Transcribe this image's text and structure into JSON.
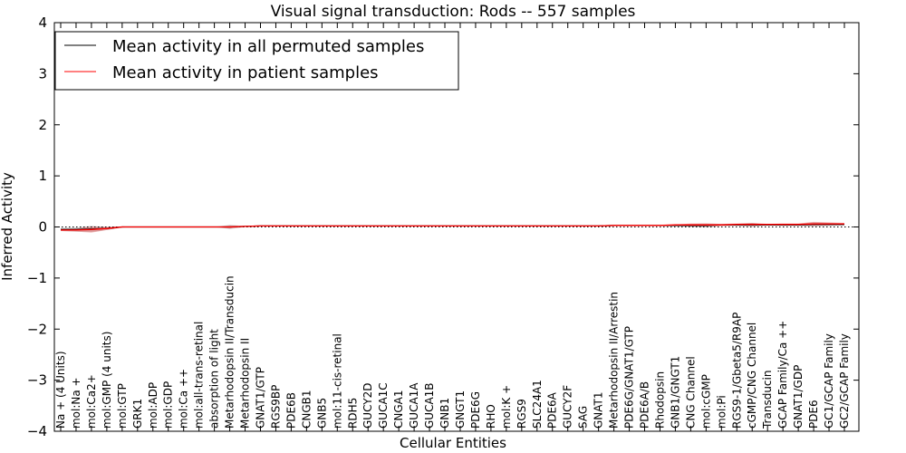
{
  "chart_data": {
    "type": "line",
    "title": "Visual signal transduction: Rods -- 557 samples",
    "xlabel": "Cellular Entities",
    "ylabel": "Inferred Activity",
    "ylim": [
      -4,
      4
    ],
    "yticks": [
      "−4",
      "−3",
      "−2",
      "−1",
      "0",
      "1",
      "2",
      "3",
      "4"
    ],
    "ytick_values": [
      -4,
      -3,
      -2,
      -1,
      0,
      1,
      2,
      3,
      4
    ],
    "grid": false,
    "legend_position": "top-left",
    "reference_line": 0,
    "categories": [
      "Na + (4 Units)",
      "mol:Na +",
      "mol:Ca2+",
      "mol:GMP (4 units)",
      "mol:GTP",
      "GRK1",
      "mol:ADP",
      "mol:GDP",
      "mol:Ca ++",
      "mol:all-trans-retinal",
      "absorption of light",
      "Metarhodopsin II/Transducin",
      "Metarhodopsin II",
      "GNAT1/GTP",
      "RGS9BP",
      "PDE6B",
      "CNGB1",
      "GNB5",
      "mol:11-cis-retinal",
      "RDH5",
      "GUCY2D",
      "GUCA1C",
      "CNGA1",
      "GUCA1A",
      "GUCA1B",
      "GNB1",
      "GNGT1",
      "PDE6G",
      "RHO",
      "mol:K +",
      "RGS9",
      "SLC24A1",
      "PDE6A",
      "GUCY2F",
      "SAG",
      "GNAT1",
      "Metarhodopsin II/Arrestin",
      "PDE6G/GNAT1/GTP",
      "PDE6A/B",
      "Rhodopsin",
      "GNB1/GNGT1",
      "CNG Channel",
      "mol:cGMP",
      "mol:Pi",
      "RGS9-1/Gbeta5/R9AP",
      "cGMP/CNG Channel",
      "Transducin",
      "GCAP Family/Ca ++",
      "GNAT1/GDP",
      "PDE6",
      "GC1/GCAP Family",
      "GC2/GCAP Family"
    ],
    "series": [
      {
        "name": "Mean activity in all permuted samples",
        "color": "#000000",
        "values": [
          -0.05,
          -0.05,
          -0.04,
          -0.03,
          0.0,
          0.0,
          0.0,
          0.0,
          0.0,
          0.0,
          0.0,
          0.0,
          0.01,
          0.02,
          0.02,
          0.02,
          0.02,
          0.02,
          0.02,
          0.02,
          0.02,
          0.02,
          0.02,
          0.02,
          0.02,
          0.02,
          0.02,
          0.02,
          0.02,
          0.02,
          0.02,
          0.02,
          0.02,
          0.02,
          0.02,
          0.02,
          0.03,
          0.03,
          0.03,
          0.03,
          0.03,
          0.03,
          0.03,
          0.04,
          0.04,
          0.04,
          0.04,
          0.04,
          0.04,
          0.05,
          0.05,
          0.05
        ],
        "band": [
          0.03,
          0.04,
          0.06,
          0.03,
          0.01,
          0.0,
          0.0,
          0.0,
          0.0,
          0.0,
          0.0,
          0.04,
          0.01,
          0.0,
          0.0,
          0.0,
          0.0,
          0.0,
          0.0,
          0.0,
          0.0,
          0.0,
          0.0,
          0.0,
          0.0,
          0.0,
          0.0,
          0.0,
          0.0,
          0.0,
          0.0,
          0.0,
          0.0,
          0.0,
          0.0,
          0.0,
          0.0,
          0.0,
          0.0,
          0.0,
          0.01,
          0.03,
          0.04,
          0.02,
          0.02,
          0.04,
          0.01,
          0.02,
          0.02,
          0.04,
          0.03,
          0.02
        ]
      },
      {
        "name": "Mean activity in patient samples",
        "color": "#ff0000",
        "values": [
          -0.06,
          -0.06,
          -0.05,
          -0.03,
          0.0,
          0.0,
          0.0,
          0.0,
          0.0,
          0.0,
          0.0,
          0.0,
          0.01,
          0.02,
          0.02,
          0.02,
          0.02,
          0.02,
          0.02,
          0.02,
          0.02,
          0.02,
          0.02,
          0.02,
          0.02,
          0.02,
          0.02,
          0.02,
          0.02,
          0.02,
          0.02,
          0.02,
          0.02,
          0.02,
          0.02,
          0.02,
          0.03,
          0.03,
          0.03,
          0.03,
          0.04,
          0.04,
          0.04,
          0.04,
          0.05,
          0.05,
          0.05,
          0.05,
          0.05,
          0.06,
          0.06,
          0.06
        ],
        "band": [
          0.02,
          0.03,
          0.06,
          0.03,
          0.01,
          0.0,
          0.0,
          0.0,
          0.0,
          0.0,
          0.0,
          0.03,
          0.01,
          0.0,
          0.0,
          0.0,
          0.0,
          0.0,
          0.0,
          0.0,
          0.0,
          0.0,
          0.0,
          0.0,
          0.0,
          0.0,
          0.0,
          0.0,
          0.0,
          0.0,
          0.0,
          0.0,
          0.0,
          0.0,
          0.0,
          0.0,
          0.0,
          0.0,
          0.0,
          0.0,
          0.01,
          0.03,
          0.03,
          0.02,
          0.02,
          0.03,
          0.01,
          0.02,
          0.02,
          0.04,
          0.03,
          0.02
        ]
      }
    ]
  }
}
